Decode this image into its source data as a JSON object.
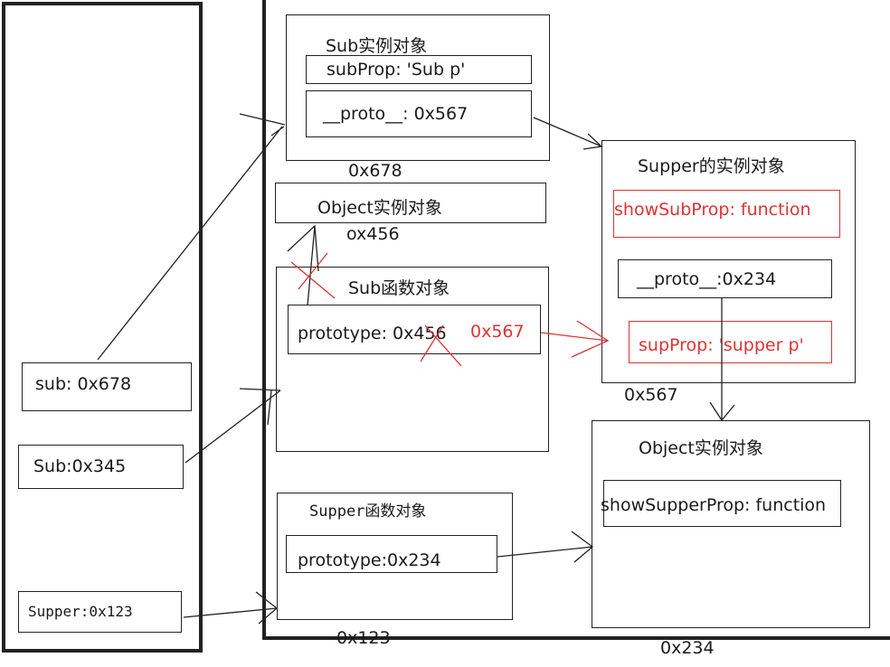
{
  "stack": {
    "sub": "sub: 0x678",
    "Sub": "Sub:0x345",
    "Supper": "Supper:0x123"
  },
  "sub_instance": {
    "title": "Sub实例对象",
    "subProp": "subProp: 'Sub p'",
    "proto": "__proto__: 0x567",
    "address": "0x678"
  },
  "object_instance_1": {
    "title": "Object实例对象",
    "address": "ox456"
  },
  "sub_function": {
    "title": "Sub函数对象",
    "prototype": "prototype: 0x456",
    "new_prototype": "0x567"
  },
  "supper_instance": {
    "title": "Supper的实例对象",
    "showSubProp": "showSubProp: function",
    "proto": "__proto__:0x234",
    "supProp": "supProp: 'supper p'",
    "address": "0x567"
  },
  "object_instance_2": {
    "title": "Object实例对象",
    "showSupperProp": "showSupperProp: function",
    "address": "0x234"
  },
  "supper_function": {
    "title": "Supper函数对象",
    "prototype": "prototype:0x234",
    "address": "0x123"
  }
}
